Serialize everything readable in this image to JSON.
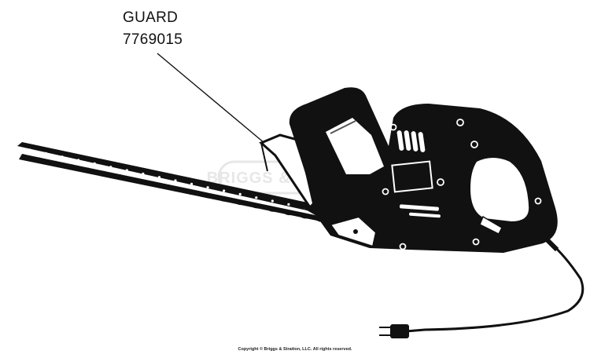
{
  "callout": {
    "part_name": "GUARD",
    "part_number": "7769015"
  },
  "watermark": "BRIGGS & STRATTON",
  "copyright": "Copyright © Briggs & Stratton, LLC. All rights reserved.",
  "colors": {
    "ink": "#111111",
    "paper": "#ffffff",
    "watermark": "#cfcfcf"
  }
}
